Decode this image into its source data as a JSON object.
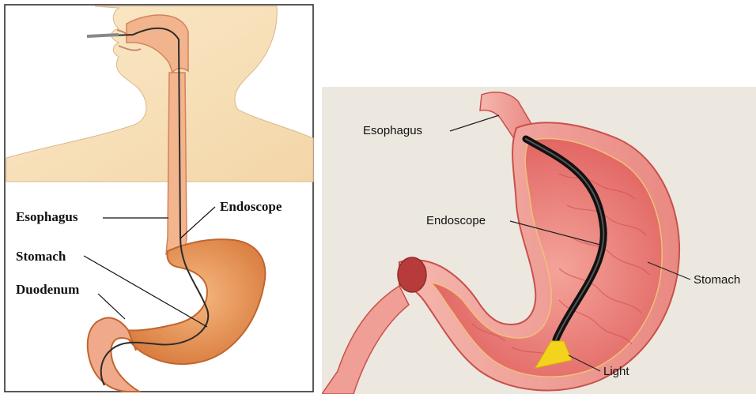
{
  "left_diagram": {
    "labels": {
      "esophagus": "Esophagus",
      "endoscope": "Endoscope",
      "stomach": "Stomach",
      "duodenum": "Duodenum"
    }
  },
  "right_diagram": {
    "labels": {
      "esophagus": "Esophagus",
      "endoscope": "Endoscope",
      "stomach": "Stomach",
      "light": "Light"
    }
  }
}
